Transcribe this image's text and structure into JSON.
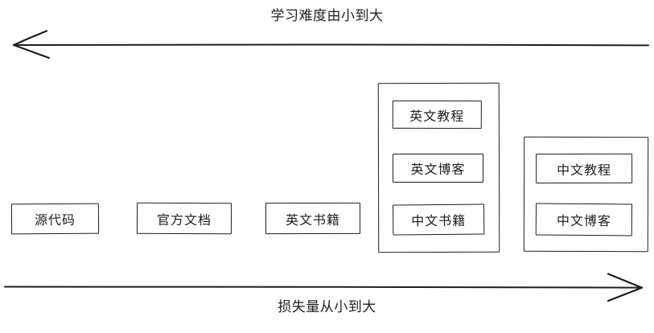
{
  "diagram": {
    "title_top": "学习难度由小到大",
    "title_bottom": "损失量从小到大",
    "stroke_color": "#1e1e1e",
    "background_color": "#ffffff",
    "axes": [
      {
        "name": "top-axis",
        "direction": "left",
        "label": "学习难度由小到大"
      },
      {
        "name": "bottom-axis",
        "direction": "right",
        "label": "损失量从小到大"
      }
    ],
    "nodes": [
      {
        "id": "source-code",
        "label": "源代码"
      },
      {
        "id": "official-docs",
        "label": "官方文档"
      },
      {
        "id": "english-books",
        "label": "英文书籍"
      }
    ],
    "groups": [
      {
        "id": "english-group",
        "items": [
          {
            "id": "english-tutorial",
            "label": "英文教程"
          },
          {
            "id": "english-blog",
            "label": "英文博客"
          },
          {
            "id": "chinese-books",
            "label": "中文书籍"
          }
        ]
      },
      {
        "id": "chinese-group",
        "items": [
          {
            "id": "chinese-tutorial",
            "label": "中文教程"
          },
          {
            "id": "chinese-blog",
            "label": "中文博客"
          }
        ]
      }
    ]
  }
}
